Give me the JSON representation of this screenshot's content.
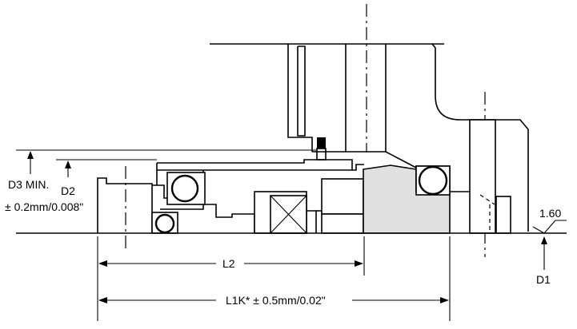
{
  "labels": {
    "d3": "D3 MIN.",
    "d2": "D2",
    "d2_tol": "± 0.2mm/0.008\"",
    "l2": "L2",
    "l1k": "L1K* ± 0.5mm/0.02\"",
    "d1": "D1",
    "surface": "1.60"
  },
  "colors": {
    "line": "#000000",
    "shaded_face": "#e0e0e0",
    "background": "#ffffff"
  }
}
